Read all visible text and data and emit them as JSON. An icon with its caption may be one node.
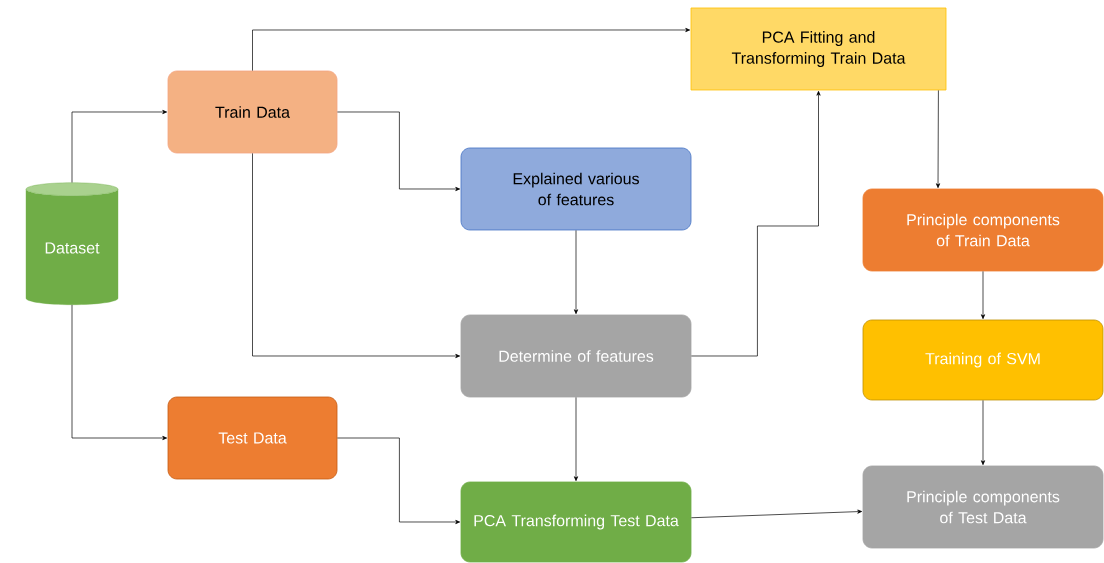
{
  "diagram": {
    "nodes": [
      {
        "text": [
          "Dataset"
        ]
      },
      {
        "text": [
          "Train Data"
        ]
      },
      {
        "text": [
          "Test Data"
        ]
      },
      {
        "text": [
          "Explained various of features"
        ]
      },
      {
        "text": [
          "Determine of features"
        ]
      },
      {
        "text": [
          "PCA Fitting and Transforming Train Data"
        ]
      },
      {
        "text": [
          "PCA Transforming Test Data"
        ]
      },
      {
        "text": [
          "Principle components of Train Data"
        ]
      },
      {
        "text": [
          "Training of SVM"
        ]
      },
      {
        "text": [
          "Principle components of Test Data"
        ]
      }
    ],
    "edges": [
      {
        "from": 0,
        "to": 1,
        "arrow": "to"
      },
      {
        "from": 0,
        "to": 2,
        "arrow": "to"
      },
      {
        "from": 1,
        "to": 5,
        "arrow": "to"
      },
      {
        "from": 1,
        "to": 3,
        "arrow": "to"
      },
      {
        "from": 1,
        "to": 4,
        "arrow": "to"
      },
      {
        "from": 3,
        "to": 4,
        "arrow": "to"
      },
      {
        "from": 4,
        "to": 5,
        "arrow": "to"
      },
      {
        "from": 4,
        "to": 6,
        "arrow": "to"
      },
      {
        "from": 2,
        "to": 6,
        "arrow": "to"
      },
      {
        "from": 5,
        "to": 7,
        "arrow": "to"
      },
      {
        "from": 7,
        "to": 8,
        "arrow": "to"
      },
      {
        "from": 8,
        "to": 9,
        "arrow": "to"
      },
      {
        "from": 6,
        "to": 9,
        "arrow": "to"
      }
    ]
  }
}
